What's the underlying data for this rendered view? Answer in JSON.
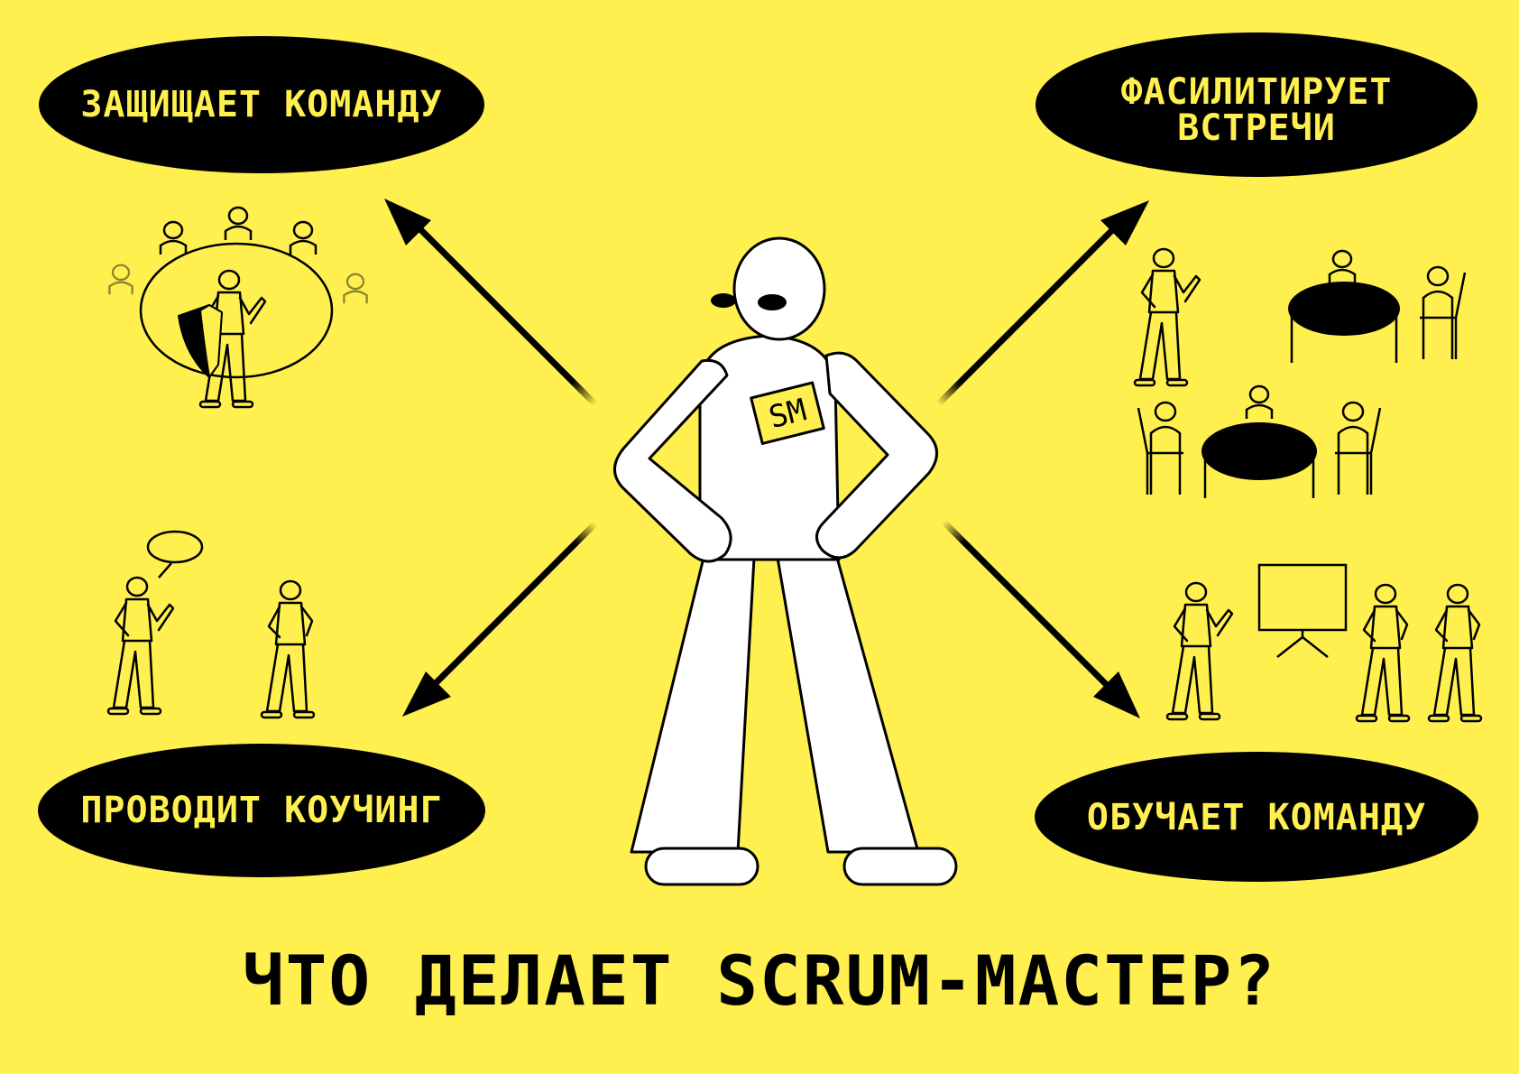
{
  "title": "ЧТО ДЕЛАЕТ SCRUM-МАСТЕР?",
  "badge": "SM",
  "roles": {
    "protects": "ЗАЩИЩАЕТ КОМАНДУ",
    "facilitates_line1": "ФАСИЛИТИРУЕТ",
    "facilitates_line2": "ВСТРЕЧИ",
    "coaching": "ПРОВОДИТ КОУЧИНГ",
    "teaches": "ОБУЧАЕТ КОМАНДУ"
  },
  "colors": {
    "background": "#fff04f",
    "ink": "#000000",
    "figure": "#ffffff"
  }
}
